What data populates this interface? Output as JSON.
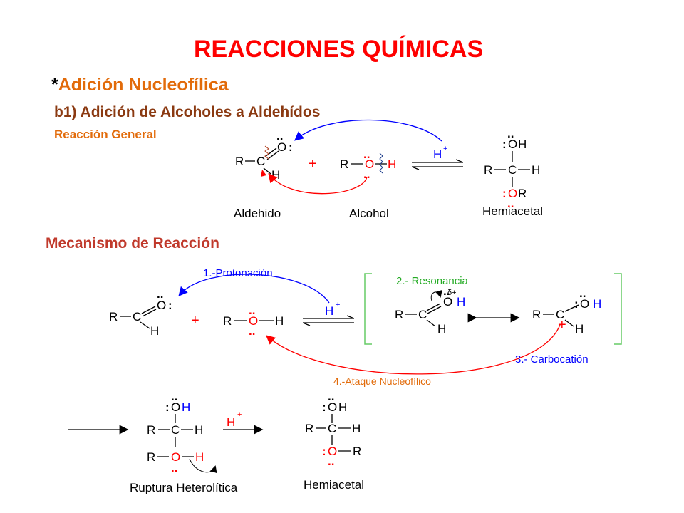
{
  "header": {
    "title": "REACCIONES QUÍMICAS",
    "section_star": "*",
    "section": "Adición Nucleofílica",
    "subsection": "b1) Adición de Alcoholes a Aldehídos",
    "general_label": "Reacción General",
    "mechanism_label": "Mecanismo de Reacción"
  },
  "general": {
    "aldehyde_label": "Aldehido",
    "alcohol_label": "Alcohol",
    "hemiacetal_label": "Hemiacetal",
    "plus": "+",
    "catalyst": "H",
    "catalyst_charge": "+"
  },
  "mechanism": {
    "step1": "1.-Protonación",
    "step2": "2.- Resonancia",
    "step3": "3.- Carbocatión",
    "step4": "4.-Ataque Nucleofílico",
    "delta_plus": "δ+",
    "plus": "+",
    "catalyst": "H",
    "catalyst_charge": "+"
  },
  "final": {
    "rupture_label": "Ruptura Heterolítica",
    "hemiacetal_label": "Hemiacetal",
    "catalyst": "H",
    "catalyst_charge": "+"
  },
  "atoms": {
    "R": "R",
    "C": "C",
    "O": "O",
    "H": "H",
    "lone_pair_top": "..",
    "lone_pair_side": ":"
  },
  "colors": {
    "title": "#ff0000",
    "accent_orange": "#e26b0a",
    "red": "#ff0000",
    "blue": "#0000ff",
    "bracket_green": "#66cc66"
  }
}
